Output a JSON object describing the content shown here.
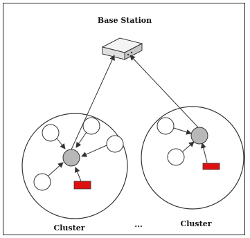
{
  "diagram": {
    "base_station_label": "Base Station",
    "clusters": [
      {
        "label": "Cluster"
      },
      {
        "label": "Cluster"
      }
    ],
    "ellipsis": "...",
    "colors": {
      "cluster_head_fill": "#b8b8b8",
      "sensor_fill": "#ffffff",
      "red_marker": "#e01010",
      "line": "#333333"
    }
  }
}
